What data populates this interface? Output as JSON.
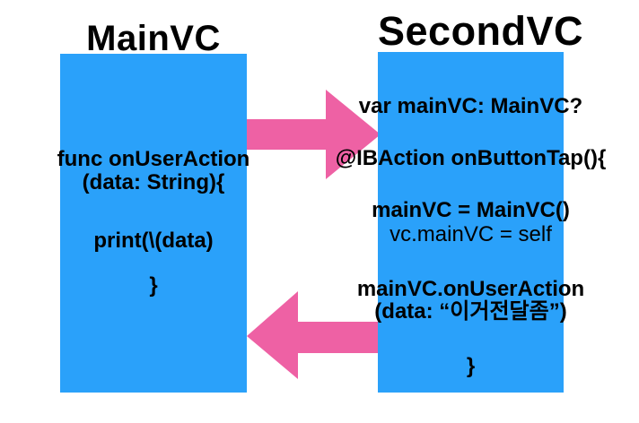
{
  "colors": {
    "background": "#ffffff",
    "box_blue": "#2aa1fa",
    "arrow_pink": "#ee61a4",
    "text": "#000000"
  },
  "main_vc": {
    "title": "MainVC",
    "lines": [
      "func onUserAction",
      "(data: String){",
      "print(\\(data)",
      "}"
    ]
  },
  "second_vc": {
    "title": "SecondVC",
    "lines": [
      "var mainVC: MainVC?",
      "@IBAction onButtonTap(){",
      "mainVC = MainVC()",
      "vc.mainVC = self",
      "mainVC.onUserAction",
      "(data: “이거전달좀”)",
      "}"
    ]
  },
  "arrows": {
    "forward": {
      "direction": "right",
      "from": "MainVC",
      "to": "SecondVC"
    },
    "back": {
      "direction": "left",
      "from": "SecondVC",
      "to": "MainVC"
    }
  }
}
